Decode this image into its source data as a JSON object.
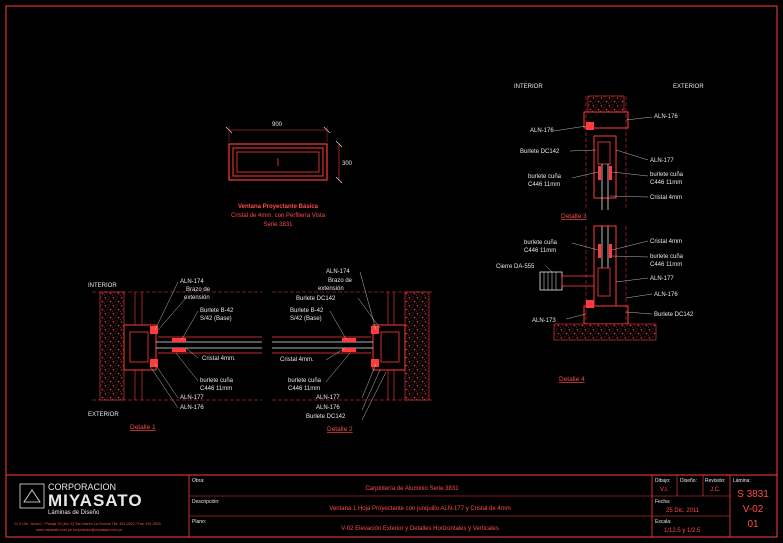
{
  "elevation": {
    "dim_width": "900",
    "dim_height": "300",
    "caption": [
      "Ventana Proyectante Básica",
      "Cristal de 4mm. con Perfilería Vista",
      "Serie 3831"
    ]
  },
  "detalle1": {
    "interior": "INTERIOR",
    "exterior": "EXTERIOR",
    "callouts": [
      "ALN-174",
      "Brazo de",
      "extensión",
      "Burlete B-42",
      "S/42 (Base)",
      "Cristal 4mm.",
      "burlete cuña",
      "C446 11mm",
      "ALN-177",
      "ALN-176"
    ],
    "title": "Detalle 1"
  },
  "detalle2": {
    "callouts": [
      "ALN-174",
      "Brazo de",
      "extensión",
      "Burlete DC142",
      "Burlete B-42",
      "S/42 (Base)",
      "Cristal 4mm.",
      "burlete cuña",
      "C446 11mm",
      "ALN-177",
      "ALN-176",
      "Burlete DC142"
    ],
    "title": "Detalle 2"
  },
  "detalle3": {
    "interior": "INTERIOR",
    "exterior": "EXTERIOR",
    "callouts": [
      "ALN-176",
      "ALN-176",
      "Burlete DC142",
      "ALN-177",
      "burlete cuña",
      "C446 11mm",
      "burlete cuña",
      "C446 11mm",
      "Cristal 4mm"
    ],
    "title": "Detalle 3"
  },
  "detalle4": {
    "callouts": [
      "burlete cuña",
      "C446 11mm",
      "Cristal 4mm",
      "burlete cuña",
      "C446 11mm",
      "Cierre DA-555",
      "ALN-177",
      "ALN-176",
      "ALN-173",
      "Burlete DC142"
    ],
    "title": "Detalle 4"
  },
  "titleblock": {
    "company_line1": "CORPORACION",
    "company_line2": "MIYASATO",
    "company_line3": "Láminas de Diseño",
    "address_line1": "Cl. 9 Urb. Jesús t. / Pasaje 25 (Mz. E) San Martín La Victoria Tlfs: 491-2502 / Fax: 491-2503",
    "address_line2": "www.miyasato.com.pe  corporacion@miyasato.com.pe",
    "obra_label": "Obra:",
    "obra_value": "Carpintería de Aluminio Serie 3831",
    "descripcion_label": "Descripción:",
    "descripcion_value": "Ventana 1 Hoja Proyectante con junquillo ALN-177 y Cristal de 4mm",
    "plano_label": "Plano:",
    "plano_value": "V-02 Elevación Exterior y Detalles Horizontales y Verticales",
    "dibujo_label": "Dibujo:",
    "dibujo_value": "V.I.",
    "diseno_label": "Diseño:",
    "revision_label": "Revisión:",
    "revision_value": "J.C.",
    "fecha_label": "Fecha:",
    "fecha_value": "25 Dic. 2011",
    "escala_label": "Escala:",
    "escala_value": "1/12.5 y 1/2.5",
    "lamina_label": "Lámina:",
    "lamina_line1": "S 3831",
    "lamina_line2": "V-02",
    "lamina_line3": "01"
  }
}
